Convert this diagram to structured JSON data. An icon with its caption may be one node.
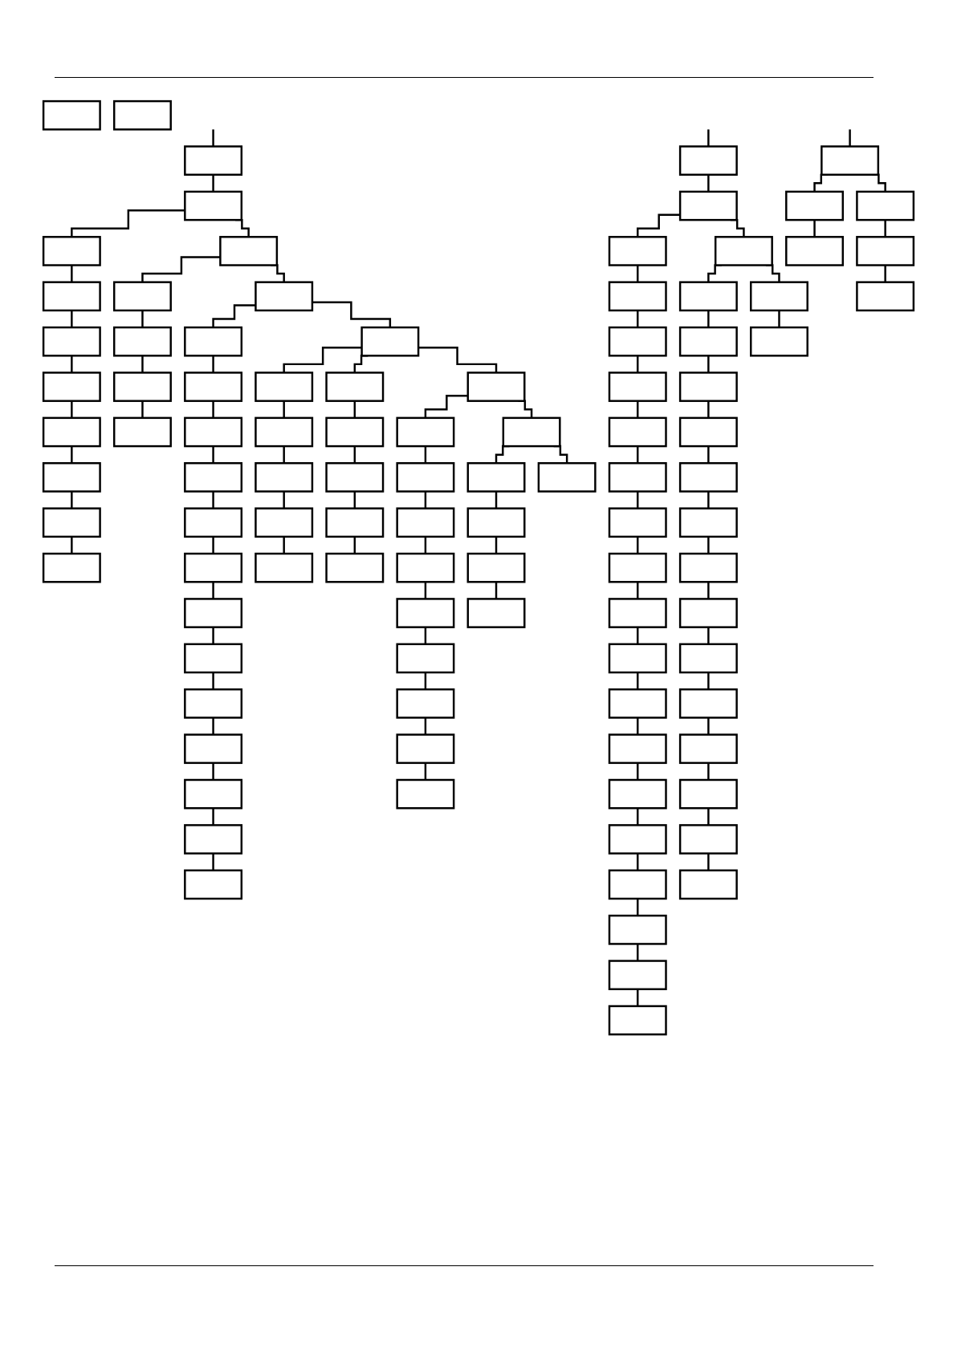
{
  "diagram": {
    "nodes": [
      {
        "text": [],
        "shape": "box"
      },
      {
        "text": [],
        "shape": "box"
      },
      {
        "text": [],
        "shape": "box"
      },
      {
        "text": [],
        "shape": "box"
      },
      {
        "text": [],
        "shape": "box"
      },
      {
        "text": [],
        "shape": "box"
      },
      {
        "text": [],
        "shape": "box"
      },
      {
        "text": [],
        "shape": "box"
      },
      {
        "text": [],
        "shape": "box"
      },
      {
        "text": [],
        "shape": "box"
      },
      {
        "text": [],
        "shape": "box"
      },
      {
        "text": [],
        "shape": "box"
      },
      {
        "text": [],
        "shape": "box"
      },
      {
        "text": [],
        "shape": "box"
      },
      {
        "text": [],
        "shape": "box"
      },
      {
        "text": [],
        "shape": "box"
      },
      {
        "text": [],
        "shape": "box"
      },
      {
        "text": [],
        "shape": "box"
      },
      {
        "text": [],
        "shape": "box"
      },
      {
        "text": [],
        "shape": "box"
      },
      {
        "text": [],
        "shape": "box"
      },
      {
        "text": [],
        "shape": "box"
      },
      {
        "text": [],
        "shape": "box"
      },
      {
        "text": [],
        "shape": "box"
      },
      {
        "text": [],
        "shape": "box"
      },
      {
        "text": [],
        "shape": "box"
      },
      {
        "text": [],
        "shape": "box"
      },
      {
        "text": [],
        "shape": "box"
      },
      {
        "text": [],
        "shape": "box"
      },
      {
        "text": [],
        "shape": "box"
      },
      {
        "text": [],
        "shape": "box"
      },
      {
        "text": [],
        "shape": "box"
      },
      {
        "text": [],
        "shape": "box"
      },
      {
        "text": [],
        "shape": "box"
      },
      {
        "text": [],
        "shape": "box"
      },
      {
        "text": [],
        "shape": "box"
      },
      {
        "text": [],
        "shape": "box"
      },
      {
        "text": [],
        "shape": "box"
      },
      {
        "text": [],
        "shape": "box"
      },
      {
        "text": [],
        "shape": "box"
      },
      {
        "text": [],
        "shape": "box"
      },
      {
        "text": [],
        "shape": "box"
      },
      {
        "text": [],
        "shape": "box"
      },
      {
        "text": [],
        "shape": "box"
      },
      {
        "text": [],
        "shape": "box"
      },
      {
        "text": [],
        "shape": "box"
      },
      {
        "text": [],
        "shape": "box"
      },
      {
        "text": [],
        "shape": "box"
      },
      {
        "text": [],
        "shape": "box"
      },
      {
        "text": [],
        "shape": "box"
      },
      {
        "text": [],
        "shape": "box"
      },
      {
        "text": [],
        "shape": "box"
      },
      {
        "text": [],
        "shape": "box"
      },
      {
        "text": [],
        "shape": "box"
      },
      {
        "text": [],
        "shape": "box"
      },
      {
        "text": [],
        "shape": "box"
      },
      {
        "text": [],
        "shape": "box"
      },
      {
        "text": [],
        "shape": "box"
      },
      {
        "text": [],
        "shape": "box"
      },
      {
        "text": [],
        "shape": "box"
      },
      {
        "text": [],
        "shape": "box"
      },
      {
        "text": [],
        "shape": "box"
      },
      {
        "text": [],
        "shape": "box"
      },
      {
        "text": [],
        "shape": "box"
      },
      {
        "text": [],
        "shape": "box"
      },
      {
        "text": [],
        "shape": "box"
      },
      {
        "text": [],
        "shape": "box"
      },
      {
        "text": [],
        "shape": "box"
      },
      {
        "text": [],
        "shape": "box"
      },
      {
        "text": [],
        "shape": "box"
      },
      {
        "text": [],
        "shape": "box"
      },
      {
        "text": [],
        "shape": "box"
      },
      {
        "text": [],
        "shape": "box"
      },
      {
        "text": [],
        "shape": "box"
      },
      {
        "text": [],
        "shape": "box"
      },
      {
        "text": [],
        "shape": "box"
      },
      {
        "text": [],
        "shape": "box"
      },
      {
        "text": [],
        "shape": "box"
      },
      {
        "text": [],
        "shape": "box"
      },
      {
        "text": [],
        "shape": "box"
      },
      {
        "text": [],
        "shape": "box"
      },
      {
        "text": [],
        "shape": "box"
      },
      {
        "text": [],
        "shape": "box"
      },
      {
        "text": [],
        "shape": "box"
      },
      {
        "text": [],
        "shape": "box"
      },
      {
        "text": [],
        "shape": "box"
      },
      {
        "text": [],
        "shape": "box"
      },
      {
        "text": [],
        "shape": "box"
      },
      {
        "text": [],
        "shape": "box"
      },
      {
        "text": [],
        "shape": "box"
      },
      {
        "text": [],
        "shape": "box"
      },
      {
        "text": [],
        "shape": "box"
      },
      {
        "text": [],
        "shape": "box"
      },
      {
        "text": [],
        "shape": "box"
      },
      {
        "text": [],
        "shape": "box"
      },
      {
        "text": [],
        "shape": "box"
      },
      {
        "text": [],
        "shape": "box"
      },
      {
        "text": [],
        "shape": "box"
      },
      {
        "text": [],
        "shape": "box"
      },
      {
        "text": [],
        "shape": "box"
      },
      {
        "text": [],
        "shape": "box"
      }
    ],
    "edges": [
      {
        "from": null,
        "to": 0,
        "arrow": "none"
      },
      {
        "from": 0,
        "to": 1,
        "arrow": "none"
      },
      {
        "from": 1,
        "to": 2,
        "arrow": "none"
      },
      {
        "from": 2,
        "to": 3,
        "arrow": "none"
      },
      {
        "from": 3,
        "to": 4,
        "arrow": "none"
      },
      {
        "from": 4,
        "to": 5,
        "arrow": "none"
      },
      {
        "from": 5,
        "to": 6,
        "arrow": "none"
      },
      {
        "from": 6,
        "to": 7,
        "arrow": "none"
      },
      {
        "from": 7,
        "to": 8,
        "arrow": "none"
      },
      {
        "from": 8,
        "to": 9,
        "arrow": "none"
      },
      {
        "from": 1,
        "to": 10,
        "arrow": "none"
      },
      {
        "from": 10,
        "to": 11,
        "arrow": "none"
      },
      {
        "from": 11,
        "to": 12,
        "arrow": "none"
      },
      {
        "from": 12,
        "to": 13,
        "arrow": "none"
      },
      {
        "from": 13,
        "to": 14,
        "arrow": "none"
      },
      {
        "from": 10,
        "to": 15,
        "arrow": "none"
      },
      {
        "from": 15,
        "to": 16,
        "arrow": "none"
      },
      {
        "from": 16,
        "to": 17,
        "arrow": "none"
      },
      {
        "from": 17,
        "to": 18,
        "arrow": "none"
      },
      {
        "from": 18,
        "to": 19,
        "arrow": "none"
      },
      {
        "from": 19,
        "to": 20,
        "arrow": "none"
      },
      {
        "from": 20,
        "to": 21,
        "arrow": "none"
      },
      {
        "from": 21,
        "to": 22,
        "arrow": "none"
      },
      {
        "from": 22,
        "to": 23,
        "arrow": "none"
      },
      {
        "from": 23,
        "to": 24,
        "arrow": "none"
      },
      {
        "from": 24,
        "to": 25,
        "arrow": "none"
      },
      {
        "from": 25,
        "to": 26,
        "arrow": "none"
      },
      {
        "from": 26,
        "to": 27,
        "arrow": "none"
      },
      {
        "from": 27,
        "to": 28,
        "arrow": "none"
      },
      {
        "from": 15,
        "to": 29,
        "arrow": "none"
      },
      {
        "from": 29,
        "to": 30,
        "arrow": "none"
      },
      {
        "from": 30,
        "to": 31,
        "arrow": "none"
      },
      {
        "from": 31,
        "to": 32,
        "arrow": "none"
      },
      {
        "from": 32,
        "to": 33,
        "arrow": "none"
      },
      {
        "from": 33,
        "to": 34,
        "arrow": "none"
      },
      {
        "from": 29,
        "to": 35,
        "arrow": "none"
      },
      {
        "from": 35,
        "to": 36,
        "arrow": "none"
      },
      {
        "from": 36,
        "to": 37,
        "arrow": "none"
      },
      {
        "from": 37,
        "to": 38,
        "arrow": "none"
      },
      {
        "from": 38,
        "to": 39,
        "arrow": "none"
      },
      {
        "from": 29,
        "to": 40,
        "arrow": "none"
      },
      {
        "from": 40,
        "to": 41,
        "arrow": "none"
      },
      {
        "from": 41,
        "to": 42,
        "arrow": "none"
      },
      {
        "from": 42,
        "to": 43,
        "arrow": "none"
      },
      {
        "from": 43,
        "to": 44,
        "arrow": "none"
      },
      {
        "from": 44,
        "to": 45,
        "arrow": "none"
      },
      {
        "from": 45,
        "to": 46,
        "arrow": "none"
      },
      {
        "from": 46,
        "to": 47,
        "arrow": "none"
      },
      {
        "from": 47,
        "to": 48,
        "arrow": "none"
      },
      {
        "from": 48,
        "to": 49,
        "arrow": "none"
      },
      {
        "from": 40,
        "to": 50,
        "arrow": "none"
      },
      {
        "from": 50,
        "to": 51,
        "arrow": "none"
      },
      {
        "from": 51,
        "to": 52,
        "arrow": "none"
      },
      {
        "from": 52,
        "to": 53,
        "arrow": "none"
      },
      {
        "from": 53,
        "to": 54,
        "arrow": "none"
      },
      {
        "from": 50,
        "to": 55,
        "arrow": "none"
      },
      {
        "from": null,
        "to": 58,
        "arrow": "none"
      },
      {
        "from": 58,
        "to": 59,
        "arrow": "none"
      },
      {
        "from": 59,
        "to": 60,
        "arrow": "none"
      },
      {
        "from": 60,
        "to": 61,
        "arrow": "none"
      },
      {
        "from": 61,
        "to": 62,
        "arrow": "none"
      },
      {
        "from": 62,
        "to": 63,
        "arrow": "none"
      },
      {
        "from": 63,
        "to": 64,
        "arrow": "none"
      },
      {
        "from": 64,
        "to": 65,
        "arrow": "none"
      },
      {
        "from": 65,
        "to": 66,
        "arrow": "none"
      },
      {
        "from": 66,
        "to": 67,
        "arrow": "none"
      },
      {
        "from": 67,
        "to": 68,
        "arrow": "none"
      },
      {
        "from": 68,
        "to": 69,
        "arrow": "none"
      },
      {
        "from": 69,
        "to": 70,
        "arrow": "none"
      },
      {
        "from": 70,
        "to": 71,
        "arrow": "none"
      },
      {
        "from": 71,
        "to": 72,
        "arrow": "none"
      },
      {
        "from": 72,
        "to": 73,
        "arrow": "none"
      },
      {
        "from": 73,
        "to": 74,
        "arrow": "none"
      },
      {
        "from": 74,
        "to": 75,
        "arrow": "none"
      },
      {
        "from": 75,
        "to": 76,
        "arrow": "none"
      },
      {
        "from": 76,
        "to": 77,
        "arrow": "none"
      },
      {
        "from": 59,
        "to": 78,
        "arrow": "none"
      },
      {
        "from": 78,
        "to": 79,
        "arrow": "none"
      },
      {
        "from": 79,
        "to": 80,
        "arrow": "none"
      },
      {
        "from": 80,
        "to": 81,
        "arrow": "none"
      },
      {
        "from": 81,
        "to": 82,
        "arrow": "none"
      },
      {
        "from": 82,
        "to": 83,
        "arrow": "none"
      },
      {
        "from": 83,
        "to": 84,
        "arrow": "none"
      },
      {
        "from": 84,
        "to": 85,
        "arrow": "none"
      },
      {
        "from": 85,
        "to": 86,
        "arrow": "none"
      },
      {
        "from": 86,
        "to": 87,
        "arrow": "none"
      },
      {
        "from": 87,
        "to": 88,
        "arrow": "none"
      },
      {
        "from": 88,
        "to": 89,
        "arrow": "none"
      },
      {
        "from": 89,
        "to": 90,
        "arrow": "none"
      },
      {
        "from": 90,
        "to": 91,
        "arrow": "none"
      },
      {
        "from": 91,
        "to": 92,
        "arrow": "none"
      },
      {
        "from": 78,
        "to": 93,
        "arrow": "none"
      },
      {
        "from": 93,
        "to": 94,
        "arrow": "none"
      },
      {
        "from": null,
        "to": 95,
        "arrow": "none"
      },
      {
        "from": 95,
        "to": 96,
        "arrow": "none"
      },
      {
        "from": 96,
        "to": 98,
        "arrow": "none"
      },
      {
        "from": 95,
        "to": 97,
        "arrow": "none"
      },
      {
        "from": 97,
        "to": 99,
        "arrow": "none"
      },
      {
        "from": 99,
        "to": 100,
        "arrow": "none"
      }
    ]
  }
}
